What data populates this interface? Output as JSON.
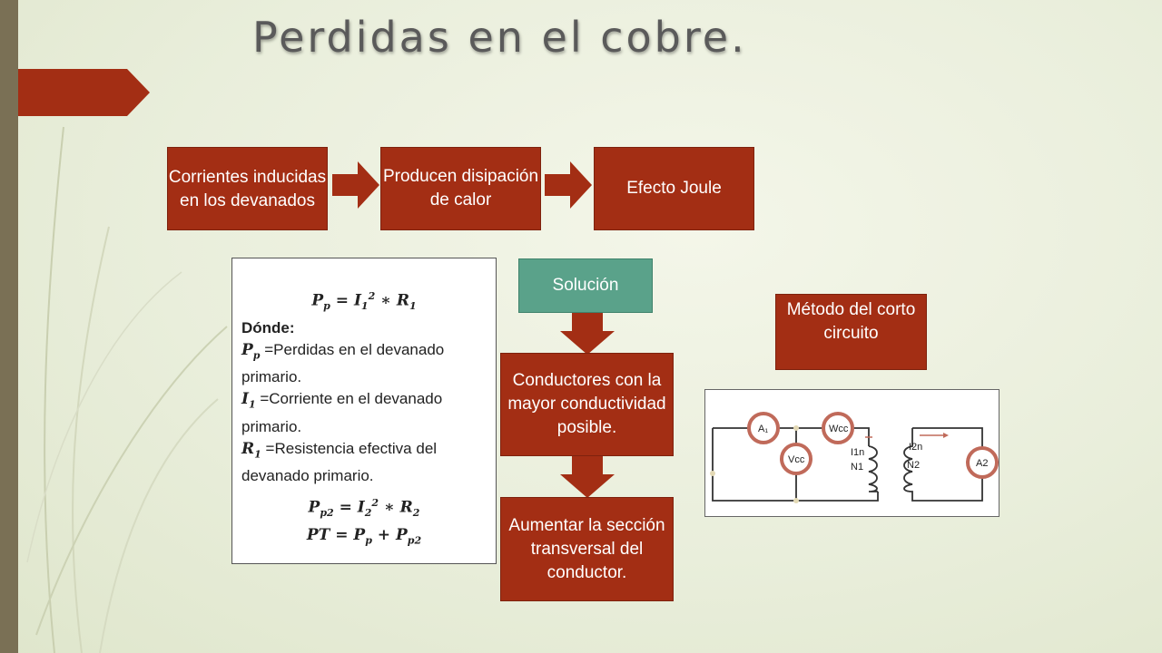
{
  "title": "Perdidas en el cobre.",
  "flow": {
    "box1": "Corrientes inducidas en los devanados",
    "box2": "Producen disipación de calor",
    "box3": "Efecto Joule"
  },
  "formula": {
    "eq1": "P_p = I_1^2 * R_1",
    "donde": "Dónde:",
    "def1_sym": "P",
    "def1_sub": "p",
    "def1_text": "=Perdidas en el devanado primario.",
    "def2_sym": "I",
    "def2_sub": "1",
    "def2_text": "=Corriente en el devanado primario.",
    "def3_sym": "R",
    "def3_sub": "1",
    "def3_text": "=Resistencia efectiva del devanado primario.",
    "eq2": "P_p2 = I_2^2 * R_2",
    "eq3": "PT = P_p + P_p2"
  },
  "solution": {
    "label": "Solución",
    "step1": "Conductores con la mayor conductividad posible.",
    "step2": "Aumentar la sección transversal del conductor."
  },
  "method": "Método del corto circuito",
  "circuit": {
    "ammeter1": "A₁",
    "wattmeter": "Wcc",
    "voltmeter": "Vcc",
    "current1": "I1n",
    "turns1": "N1",
    "current2": "I2n",
    "turns2": "N2",
    "ammeter2": "A2"
  },
  "colors": {
    "box_red": "#a32e14",
    "box_green": "#5aa28a",
    "left_bar": "#7a7055"
  }
}
